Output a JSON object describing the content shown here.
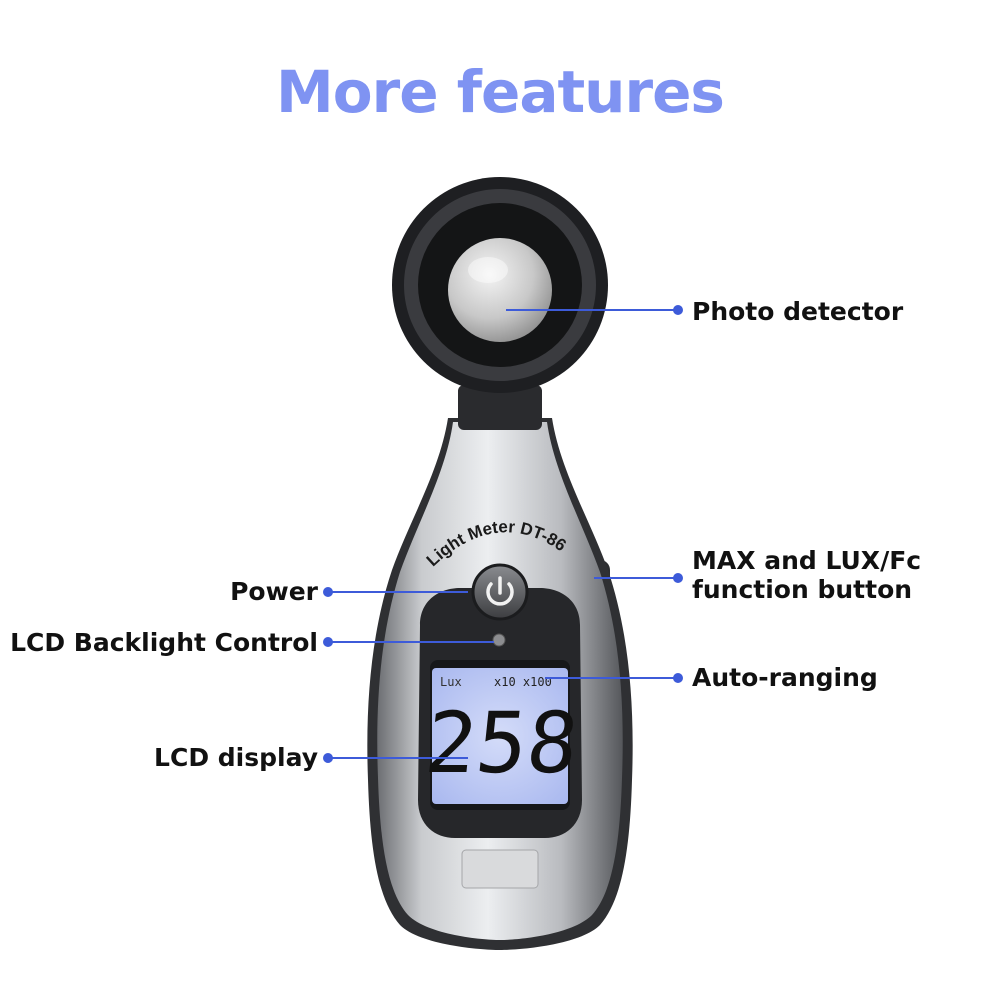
{
  "title": "More features",
  "device": {
    "brand_text": "Light Meter DT-86",
    "lcd_unit": "Lux",
    "lcd_multipliers": "x10 x100",
    "lcd_reading": "258"
  },
  "callouts": {
    "photo_detector": "Photo detector",
    "max_lux_fc_line1": "MAX and LUX/Fc",
    "max_lux_fc_line2": "function button",
    "auto_ranging": "Auto-ranging",
    "power": "Power",
    "backlight": "LCD Backlight Control",
    "lcd_display": "LCD display"
  },
  "colors": {
    "title": "#7f93f2",
    "leader_line": "#3d5bd9",
    "lcd_background": "#b9c6f4"
  }
}
